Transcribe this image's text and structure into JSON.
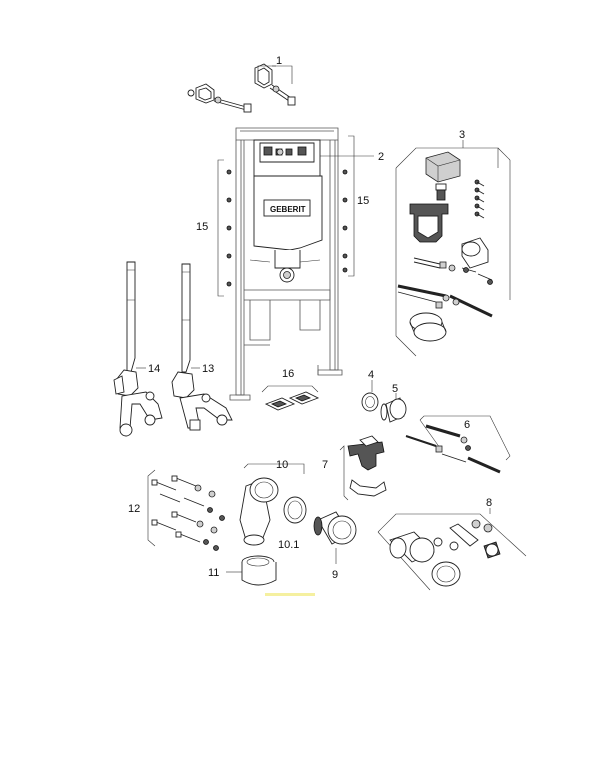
{
  "diagram": {
    "brand_plate": "GEBERIT",
    "callouts": {
      "c1": "1",
      "c2": "2",
      "c3": "3",
      "c4": "4",
      "c5": "5",
      "c6": "6",
      "c7": "7",
      "c8": "8",
      "c9": "9",
      "c10": "10",
      "c10_1": "10.1",
      "c11": "11",
      "c12": "12",
      "c13": "13",
      "c14": "14",
      "c15_left": "15",
      "c15_right": "15",
      "c16": "16"
    },
    "colors": {
      "line": "#222222",
      "highlight": "#f5f0a0"
    }
  }
}
